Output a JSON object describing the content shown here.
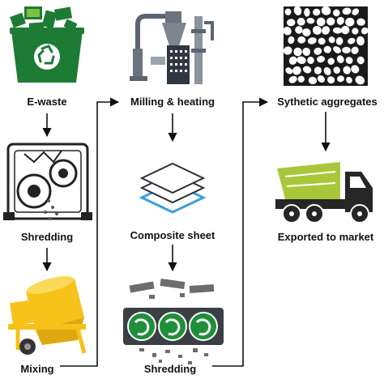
{
  "steps": {
    "ewaste": "E-waste",
    "shredding_1": "Shredding",
    "mixing": "Mixing",
    "milling": "Milling & heating",
    "composite": "Composite sheet",
    "shredding_2": "Shredding",
    "aggregates": "Sythetic aggregates",
    "exported": "Exported to market"
  },
  "colors": {
    "bin_green": "#1e7b34",
    "recycle_green": "#7bc142",
    "truck_green": "#a8c83a",
    "mixer_yellow": "#f6c21a",
    "sheet_blue": "#3aa0dc",
    "machine_gray": "#5b6470",
    "arrow": "#111111"
  },
  "icons": [
    "recycle-bin-icon",
    "shredder-icon",
    "cement-mixer-icon",
    "factory-mill-icon",
    "layered-sheets-icon",
    "shredder-rollers-icon",
    "aggregate-texture-icon",
    "dump-truck-icon"
  ]
}
